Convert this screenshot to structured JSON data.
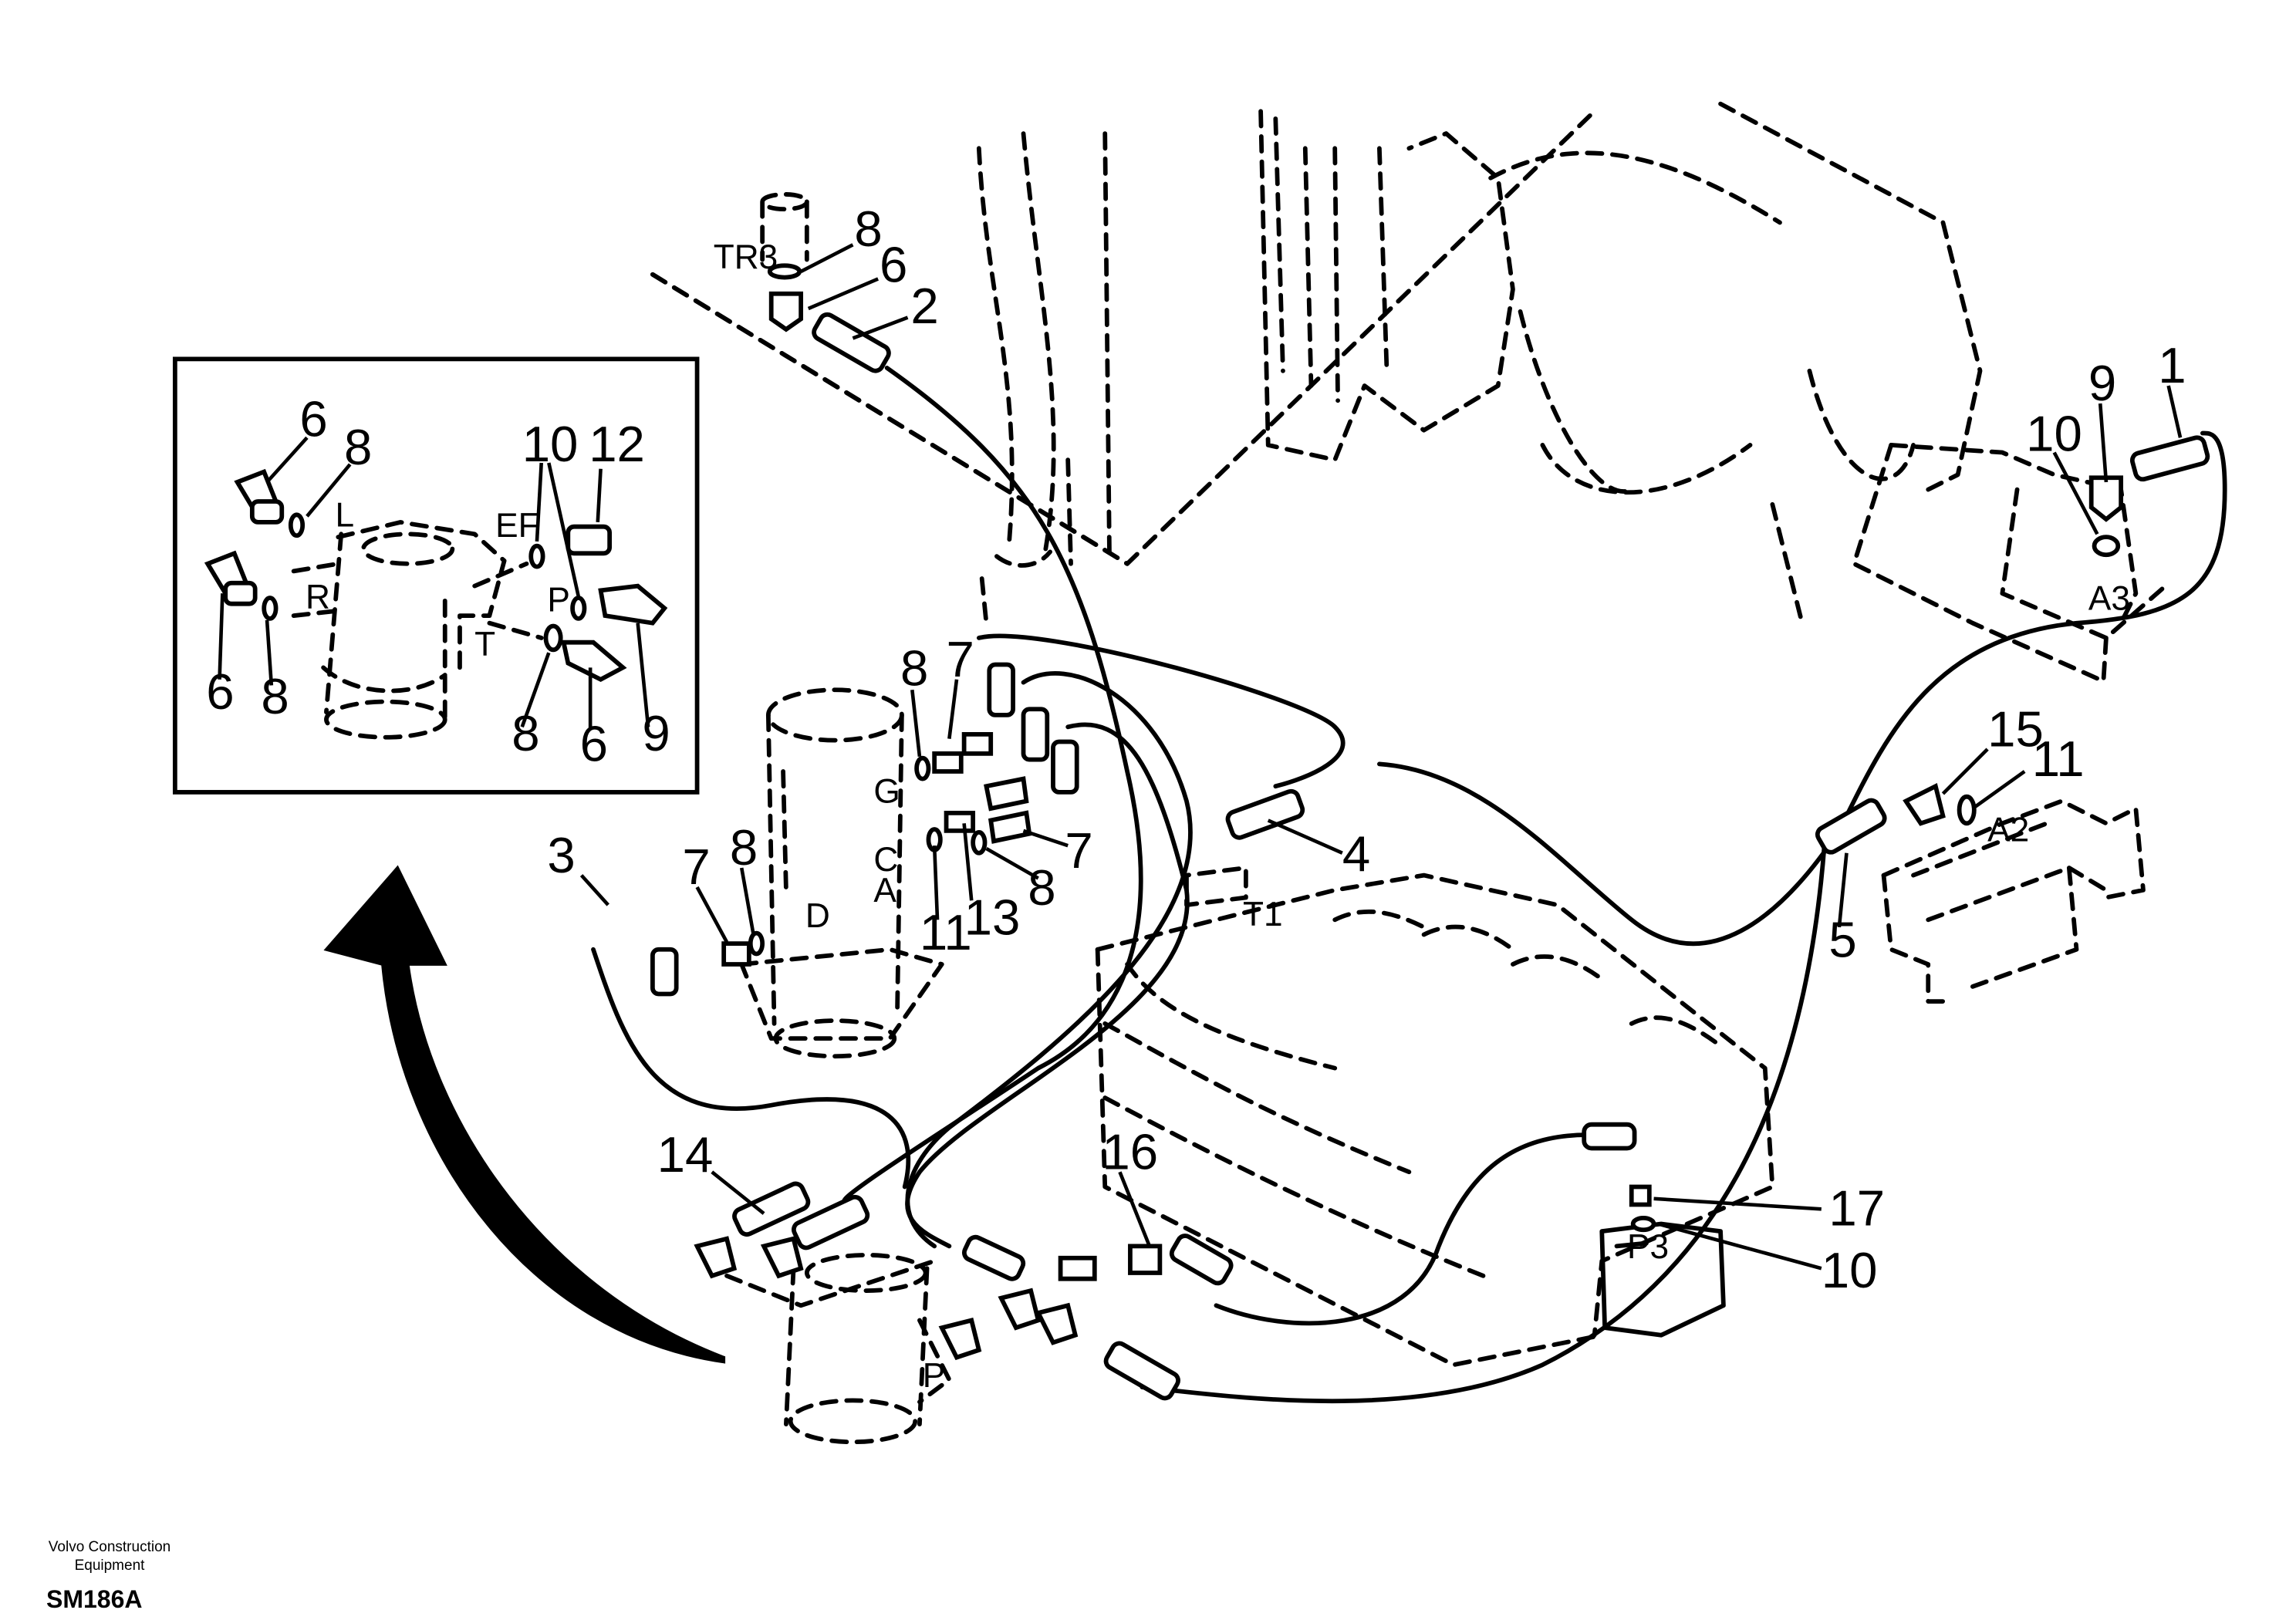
{
  "footer": {
    "company_line1": "Volvo Construction",
    "company_line2": "Equipment",
    "code": "SM186A"
  },
  "inset": {
    "callouts": [
      "6",
      "8",
      "10",
      "12",
      "6",
      "8",
      "8",
      "6",
      "9"
    ],
    "ports": [
      "L",
      "R",
      "EF",
      "P",
      "T"
    ]
  },
  "main": {
    "callouts": [
      "8",
      "6",
      "2",
      "9",
      "1",
      "10",
      "8",
      "7",
      "3",
      "7",
      "8",
      "11",
      "13",
      "8",
      "7",
      "4",
      "15",
      "11",
      "5",
      "14",
      "16",
      "17",
      "10"
    ],
    "ports": [
      "TR3",
      "A3",
      "G",
      "C",
      "A",
      "D",
      "T1",
      "A2",
      "P3",
      "P"
    ]
  }
}
